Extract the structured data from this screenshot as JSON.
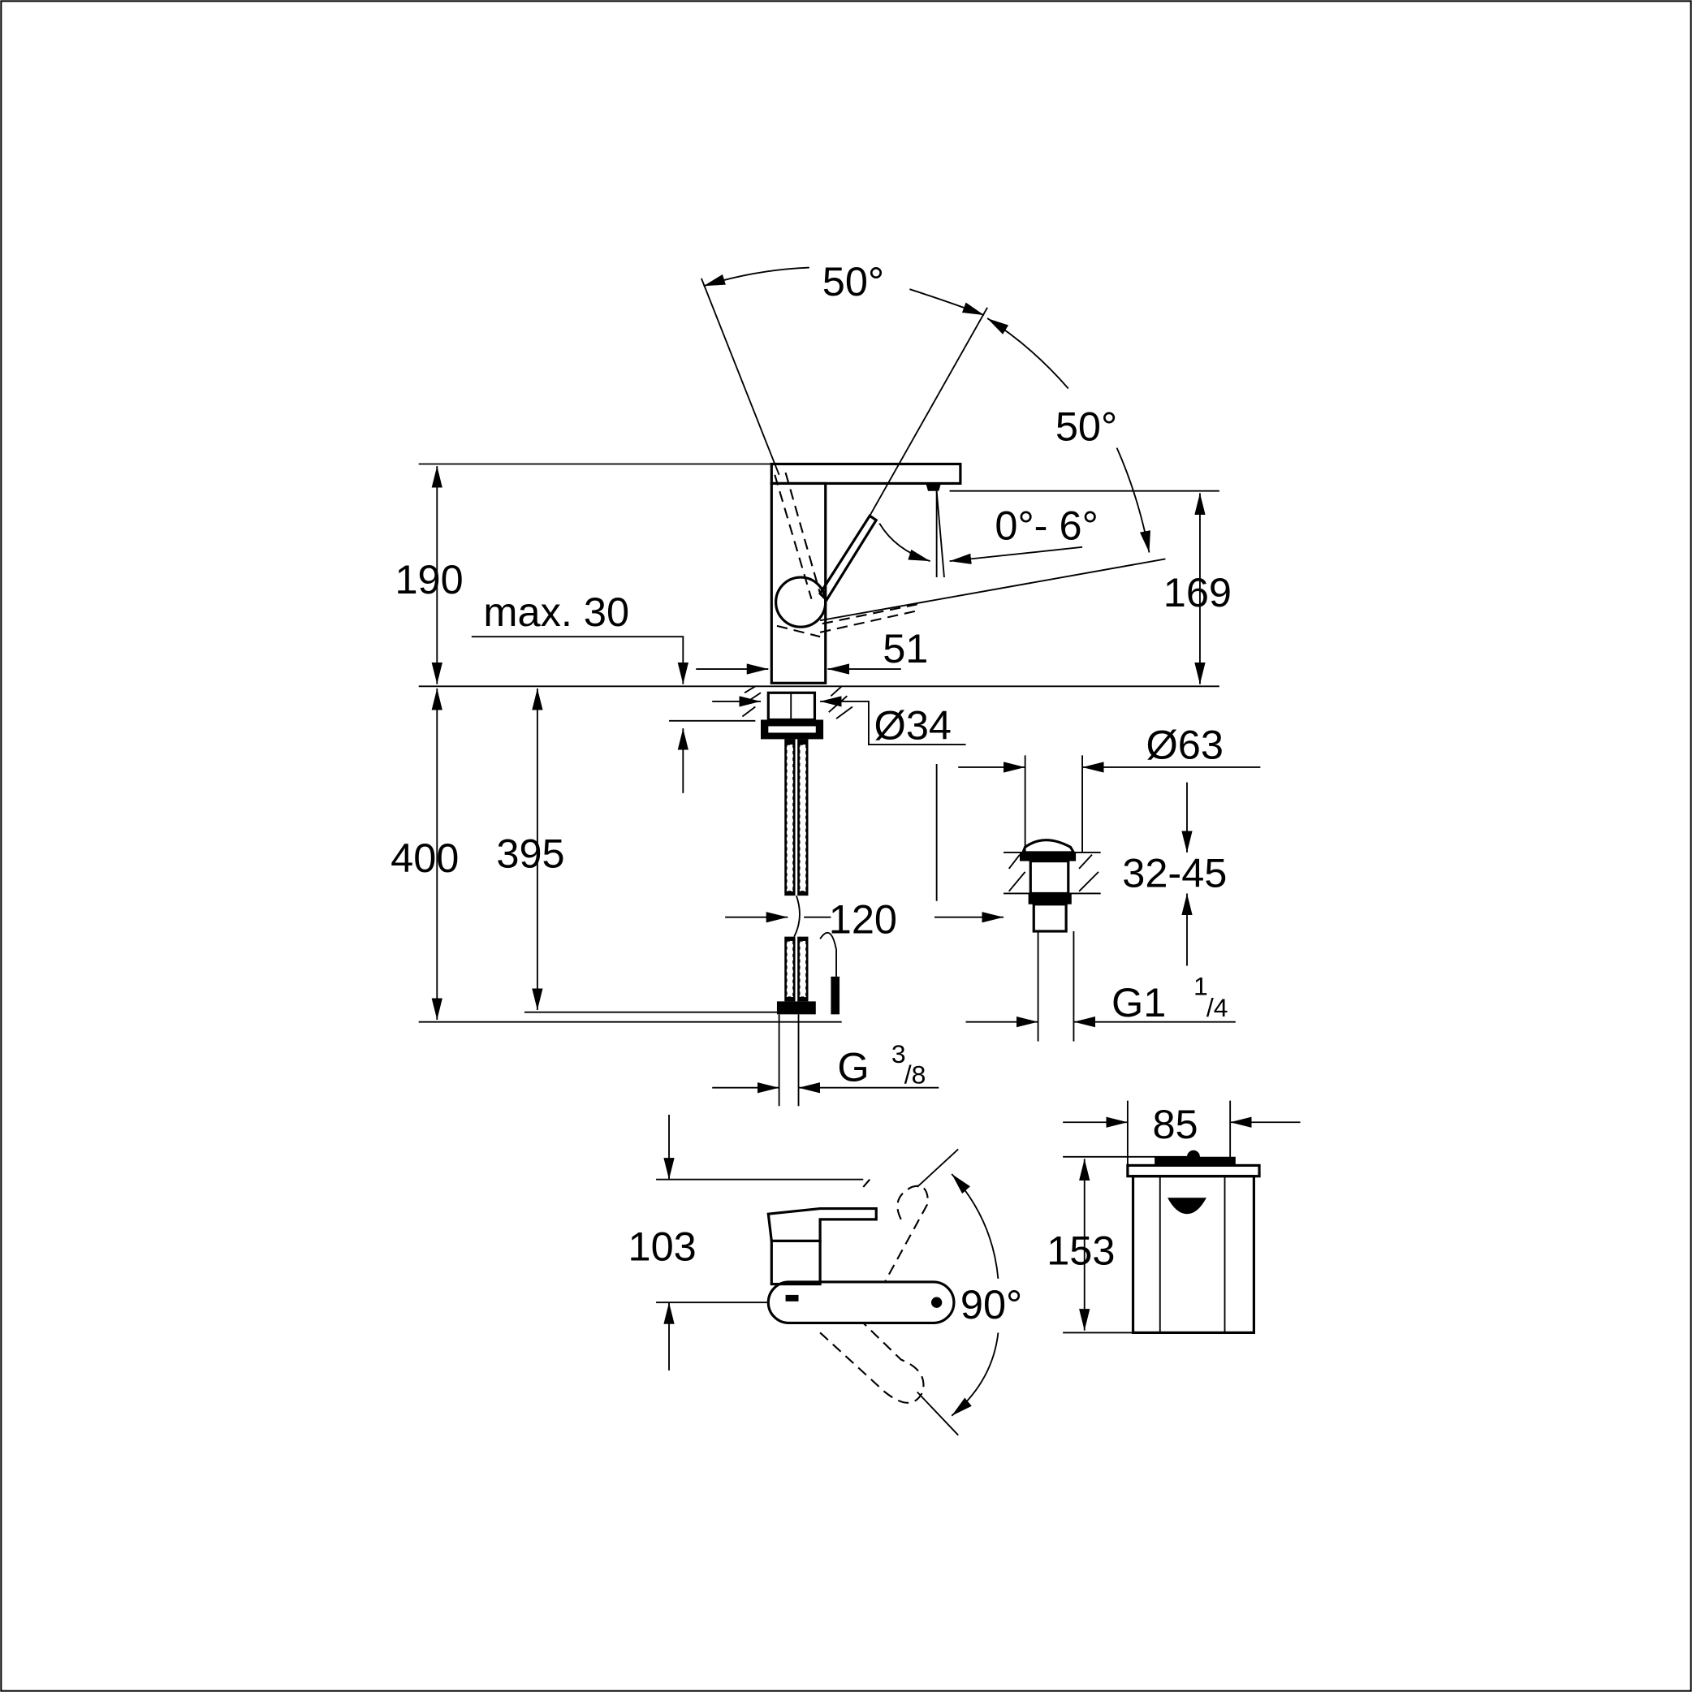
{
  "drawing": {
    "colors": {
      "line": "#000000",
      "background": "#ffffff"
    },
    "dimensions": {
      "lever_angle_left": "50°",
      "lever_angle_right": "50°",
      "spout_tilt": "0°- 6°",
      "total_height": "190",
      "spout_height": "169",
      "max_deck": "max. 30",
      "body_width": "51",
      "hole_diameter": "Ø34",
      "waste_diameter": "Ø63",
      "hose_length": "400",
      "hose_length_inner": "395",
      "waste_thickness": "32-45",
      "hose_spacing": "120",
      "waste_thread_main": "G1",
      "waste_thread_num": "1",
      "waste_thread_den": "/4",
      "hose_thread_main": "G",
      "hose_thread_num": "3",
      "hose_thread_den": "/8",
      "top_view_width": "85",
      "lever_offset": "103",
      "reach": "153",
      "lever_rotation": "90°"
    }
  }
}
